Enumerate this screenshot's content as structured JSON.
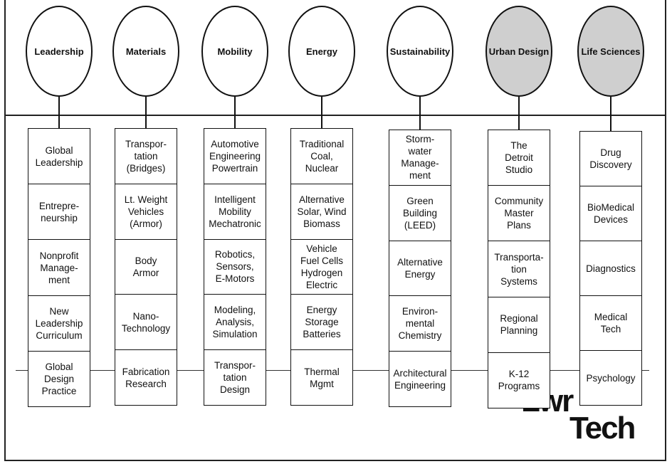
{
  "logo_lines": [
    "Lwr",
    "Tech"
  ],
  "columns": [
    {
      "title": "Leadership",
      "shaded": false,
      "items": [
        "Global\nLeadership",
        "Entrepre-\nneurship",
        "Nonprofit\nManage-\nment",
        "New\nLeadership\nCurriculum",
        "Global\nDesign\nPractice"
      ]
    },
    {
      "title": "Materials",
      "shaded": false,
      "items": [
        "Transpor-\ntation\n(Bridges)",
        "Lt. Weight\nVehicles\n(Armor)",
        "Body\nArmor",
        "Nano-\nTechnology",
        "Fabrication\nResearch"
      ]
    },
    {
      "title": "Mobility",
      "shaded": false,
      "items": [
        "Automotive\nEngineering\nPowertrain",
        "Intelligent\nMobility\nMechatronic",
        "Robotics,\nSensors,\nE-Motors",
        "Modeling,\nAnalysis,\nSimulation",
        "Transpor-\ntation\nDesign"
      ]
    },
    {
      "title": "Energy",
      "shaded": false,
      "items": [
        "Traditional\nCoal,\nNuclear",
        "Alternative\nSolar, Wind\nBiomass",
        "Vehicle\nFuel Cells\nHydrogen\nElectric",
        "Energy\nStorage\nBatteries",
        "Thermal\nMgmt"
      ]
    },
    {
      "title": "Sustainability",
      "shaded": false,
      "items": [
        "Storm-\nwater\nManage-\nment",
        "Green\nBuilding\n(LEED)",
        "Alternative\nEnergy",
        "Environ-\nmental\nChemistry",
        "Architectural\nEngineering"
      ]
    },
    {
      "title": "Urban Design",
      "shaded": true,
      "items": [
        "The\nDetroit\nStudio",
        "Community\nMaster\nPlans",
        "Transporta-\ntion\nSystems",
        "Regional\nPlanning",
        "K-12\nPrograms"
      ]
    },
    {
      "title": "Life Sciences",
      "shaded": true,
      "items": [
        "Drug\nDiscovery",
        "BioMedical\nDevices",
        "Diagnostics",
        "Medical\nTech",
        "Psychology"
      ]
    }
  ]
}
